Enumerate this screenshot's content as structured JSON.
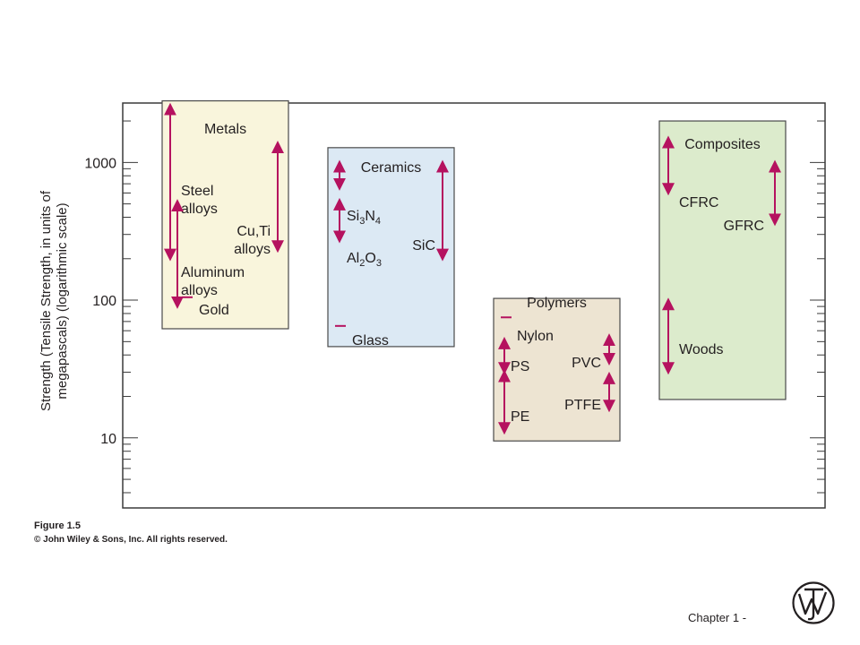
{
  "chart_data": {
    "type": "range",
    "ylabel_line1": "Strength (Tensile Strength, in units of",
    "ylabel_line2": "megapascals) (logarithmic scale)",
    "y_scale": "log",
    "ylim": [
      3.1,
      2700
    ],
    "y_ticks": [
      {
        "value": 10,
        "label": "10"
      },
      {
        "value": 100,
        "label": "100"
      },
      {
        "value": 1000,
        "label": "1000"
      }
    ],
    "groups": [
      {
        "name": "Metals",
        "range": [
          62,
          2800
        ],
        "fill": "#f9f5dc",
        "items": [
          {
            "label_lines": [
              "Steel",
              "alloys"
            ],
            "range": [
              200,
              2600
            ],
            "marker": "range"
          },
          {
            "label_lines": [
              "Cu,Ti",
              "alloys"
            ],
            "range": [
              230,
              1380
            ],
            "marker": "range"
          },
          {
            "label_lines": [
              "Aluminum",
              "alloys"
            ],
            "range": [
              90,
              520
            ],
            "marker": "range"
          },
          {
            "label_lines": [
              "Gold"
            ],
            "range": [
              105,
              105
            ],
            "marker": "single"
          }
        ]
      },
      {
        "name": "Ceramics",
        "range": [
          46,
          1280
        ],
        "fill": "#dce9f4",
        "items": [
          {
            "label_lines": [
              "Si3N4"
            ],
            "label_sub": [
              "Si",
              "3",
              "N",
              "4"
            ],
            "range": [
              650,
              1000
            ],
            "marker": "range"
          },
          {
            "label_lines": [
              "Al2O3"
            ],
            "label_sub": [
              "Al",
              "2",
              "O",
              "3"
            ],
            "range": [
              270,
              530
            ],
            "marker": "range"
          },
          {
            "label_lines": [
              "SiC"
            ],
            "range": [
              200,
              1000
            ],
            "marker": "range"
          },
          {
            "label_lines": [
              "Glass"
            ],
            "range": [
              65,
              65
            ],
            "marker": "single"
          }
        ]
      },
      {
        "name": "Polymers",
        "range": [
          9.5,
          103
        ],
        "fill": "#ede4d2",
        "items": [
          {
            "label_lines": [
              "Nylon"
            ],
            "range": [
              75,
              75
            ],
            "marker": "single"
          },
          {
            "label_lines": [
              "PS"
            ],
            "range": [
              30,
              52
            ],
            "marker": "range"
          },
          {
            "label_lines": [
              "PVC"
            ],
            "range": [
              35,
              55
            ],
            "marker": "range"
          },
          {
            "label_lines": [
              "PE"
            ],
            "range": [
              11,
              30
            ],
            "marker": "range"
          },
          {
            "label_lines": [
              "PTFE"
            ],
            "range": [
              16,
              29
            ],
            "marker": "range"
          }
        ]
      },
      {
        "name": "Composites",
        "range": [
          19,
          2000
        ],
        "fill": "#dcebcc",
        "items": [
          {
            "label_lines": [
              "CFRC"
            ],
            "range": [
              600,
              1500
            ],
            "marker": "range"
          },
          {
            "label_lines": [
              "GFRC"
            ],
            "range": [
              360,
              1000
            ],
            "marker": "range"
          },
          {
            "label_lines": [
              "Woods"
            ],
            "range": [
              30,
              100
            ],
            "marker": "range"
          }
        ]
      }
    ]
  },
  "caption": {
    "figure": "Figure 1.5",
    "rights": "© John Wiley & Sons, Inc. All rights reserved."
  },
  "footer": {
    "chapter": "Chapter 1 -"
  },
  "colors": {
    "arrow": "#b5125f",
    "frame": "#3a3a3a",
    "box_stroke": "#4a4a4a"
  },
  "logo": "wiley-logo"
}
